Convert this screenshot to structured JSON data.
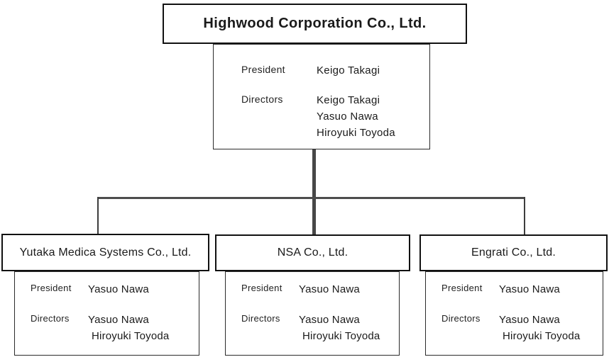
{
  "colors": {
    "background": "#ffffff",
    "box_border": "#111111",
    "thin_border": "#2b2b2b",
    "connector": "#4d4d4d",
    "text": "#1a1a1a"
  },
  "parent": {
    "name": "Highwood Corporation Co., Ltd.",
    "president_label": "President",
    "president": "Keigo Takagi",
    "directors_label": "Directors",
    "directors": [
      "Keigo Takagi",
      "Yasuo Nawa",
      "Hiroyuki Toyoda"
    ]
  },
  "subsidiaries": [
    {
      "name": "Yutaka Medica Systems Co., Ltd.",
      "president_label": "President",
      "president": "Yasuo Nawa",
      "directors_label": "Directors",
      "directors": [
        "Yasuo Nawa",
        "Hiroyuki Toyoda"
      ]
    },
    {
      "name": "NSA Co., Ltd.",
      "president_label": "President",
      "president": "Yasuo Nawa",
      "directors_label": "Directors",
      "directors": [
        "Yasuo Nawa",
        "Hiroyuki Toyoda"
      ]
    },
    {
      "name": "Engrati Co., Ltd.",
      "president_label": "President",
      "president": "Yasuo Nawa",
      "directors_label": "Directors",
      "directors": [
        "Yasuo Nawa",
        "Hiroyuki Toyoda"
      ]
    }
  ]
}
